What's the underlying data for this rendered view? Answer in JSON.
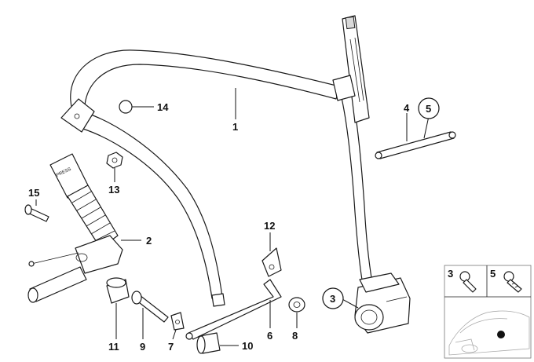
{
  "callouts": {
    "c1": "1",
    "c2": "2",
    "c3": "3",
    "c4": "4",
    "c5": "5",
    "c6": "6",
    "c7": "7",
    "c8": "8",
    "c9": "9",
    "c10": "10",
    "c11": "11",
    "c12": "12",
    "c13": "13",
    "c14": "14",
    "c15": "15"
  },
  "inset": {
    "c3": "3",
    "c5": "5"
  },
  "buckle_text": "PRESS"
}
